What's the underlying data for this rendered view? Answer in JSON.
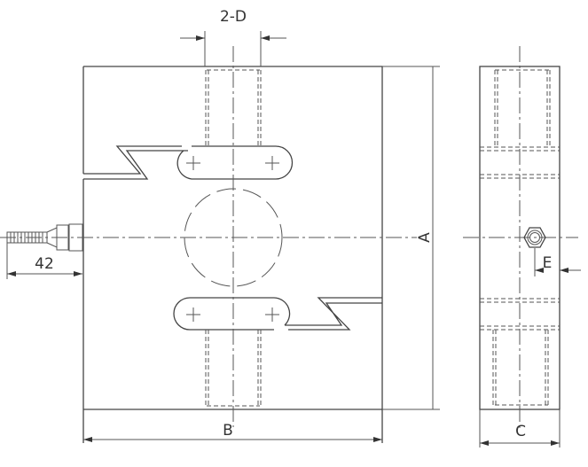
{
  "drawing": {
    "labels": {
      "hole_spec": "2-D",
      "height": "A",
      "width": "B",
      "thickness": "C",
      "connector_offset": "E",
      "cable_length": "42"
    },
    "line_color": "#444444"
  }
}
